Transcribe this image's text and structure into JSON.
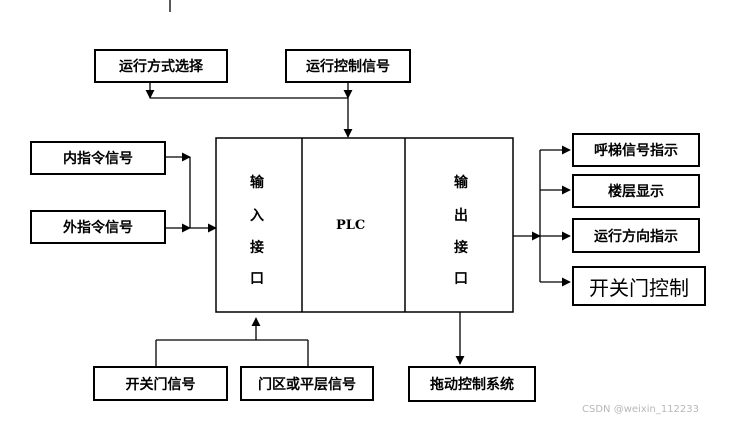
{
  "input_boxes": {
    "mode_select": "运行方式选择",
    "run_control": "运行控制信号",
    "inner_cmd": "内指令信号",
    "outer_cmd": "外指令信号",
    "door_open_close": "开关门信号",
    "door_zone": "门区或平层信号"
  },
  "plc": {
    "input_interface": [
      "输",
      "入",
      "接",
      "口"
    ],
    "center_label": "PLC",
    "output_interface": [
      "输",
      "出",
      "接",
      "口"
    ]
  },
  "output_boxes": {
    "call_indicator": "呼梯信号指示",
    "floor_display": "楼层显示",
    "direction_indicator": "运行方向指示",
    "door_control": "开关门控制",
    "drive_system": "拖动控制系统"
  },
  "watermark": "CSDN @weixin_112233"
}
